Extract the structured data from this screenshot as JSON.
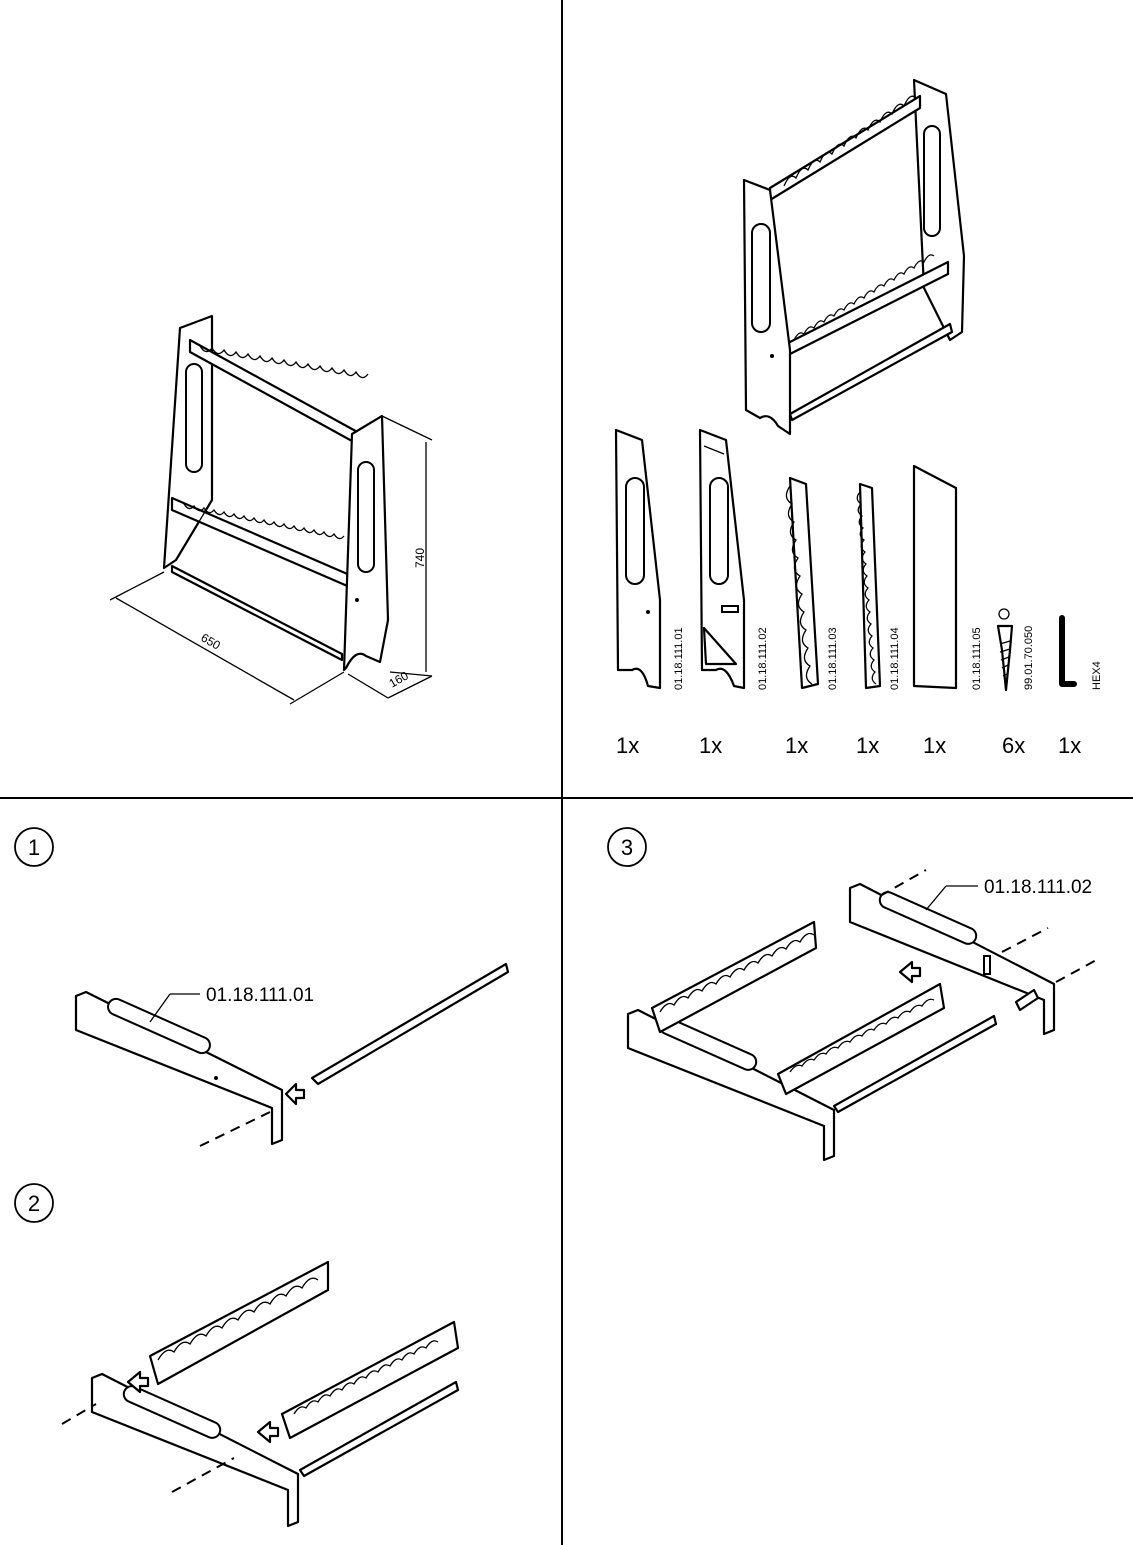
{
  "overview": {
    "dimension_width": "650",
    "dimension_height": "740",
    "dimension_depth": "160"
  },
  "parts": [
    {
      "code": "01.18.111.01",
      "qty": "1x",
      "icon": "side-panel-left"
    },
    {
      "code": "01.18.111.02",
      "qty": "1x",
      "icon": "side-panel-right"
    },
    {
      "code": "01.18.111.03",
      "qty": "1x",
      "icon": "rod-rack-upper"
    },
    {
      "code": "01.18.111.04",
      "qty": "1x",
      "icon": "rod-rack-lower"
    },
    {
      "code": "01.18.111.05",
      "qty": "1x",
      "icon": "shelf-board"
    },
    {
      "code": "99.01.70.050",
      "qty": "6x",
      "icon": "screw"
    },
    {
      "code": "HEX4",
      "qty": "1x",
      "icon": "hex-key"
    }
  ],
  "steps": [
    {
      "number": "1",
      "callout": "01.18.111.01"
    },
    {
      "number": "2",
      "callout": ""
    },
    {
      "number": "3",
      "callout": "01.18.111.02"
    }
  ]
}
